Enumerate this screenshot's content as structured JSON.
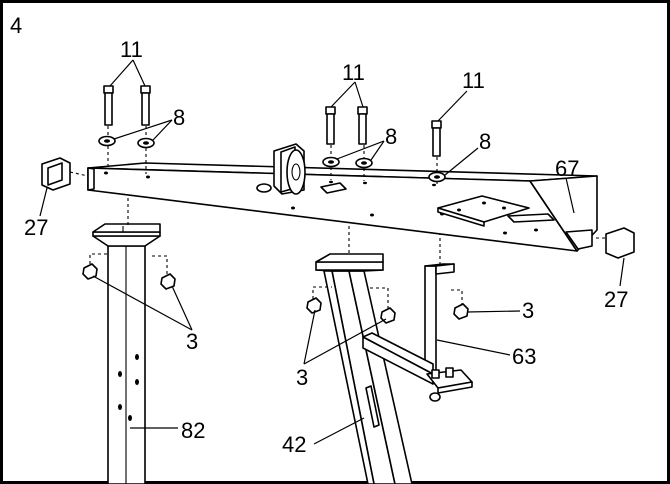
{
  "step_number": "4",
  "callouts": {
    "bolts_left": "11",
    "bolts_mid": "11",
    "bolt_right": "11",
    "washers_left": "8",
    "washers_mid": "8",
    "washer_right": "8",
    "end_cap_left": "27",
    "end_cap_right": "27",
    "crossbar": "67",
    "nuts_left": "3",
    "nuts_mid": "3",
    "nut_right": "3",
    "bracket": "63",
    "leg_left": "82",
    "leg_mid": "42"
  },
  "colors": {
    "line": "#000000",
    "background": "#ffffff"
  }
}
